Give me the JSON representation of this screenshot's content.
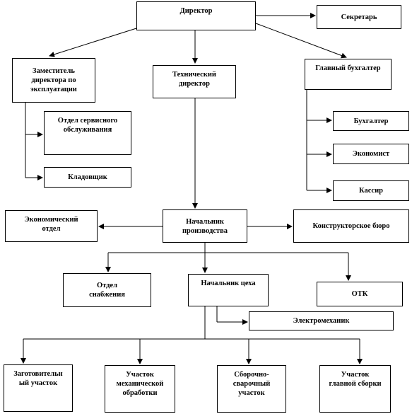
{
  "chart": {
    "director": "Директор",
    "secretary": "Секретарь",
    "deputy_director": "Заместитель\nдиректора по\nэксплуатации",
    "technical_director": "Технический\nдиректор",
    "chief_accountant": "Главный бухгалтер",
    "service_department": "Отдел сервисного\nобслуживания",
    "storekeeper": "Кладовщик",
    "accountant": "Бухгалтер",
    "economist": "Экономист",
    "cashier": "Кассир",
    "economic_department": "Экономический\nотдел",
    "head_of_production": "Начальник\nпроизводства",
    "design_bureau": "Конструкторское бюро",
    "supply_department": "Отдел\nснабжения",
    "shop_chief": "Начальник цеха",
    "otk": "ОТК",
    "electrician": "Электромеханик",
    "procurement_section": "Заготовительн\nый участок",
    "machining_section": "Участок\nмеханической\nобработки",
    "assembly_welding_section": "Сборочно-\nсварочный\nучасток",
    "final_assembly_section": "Участок\nглавной сборки"
  },
  "colors": {
    "line": "#000000",
    "box_border": "#000000",
    "background": "#ffffff"
  }
}
